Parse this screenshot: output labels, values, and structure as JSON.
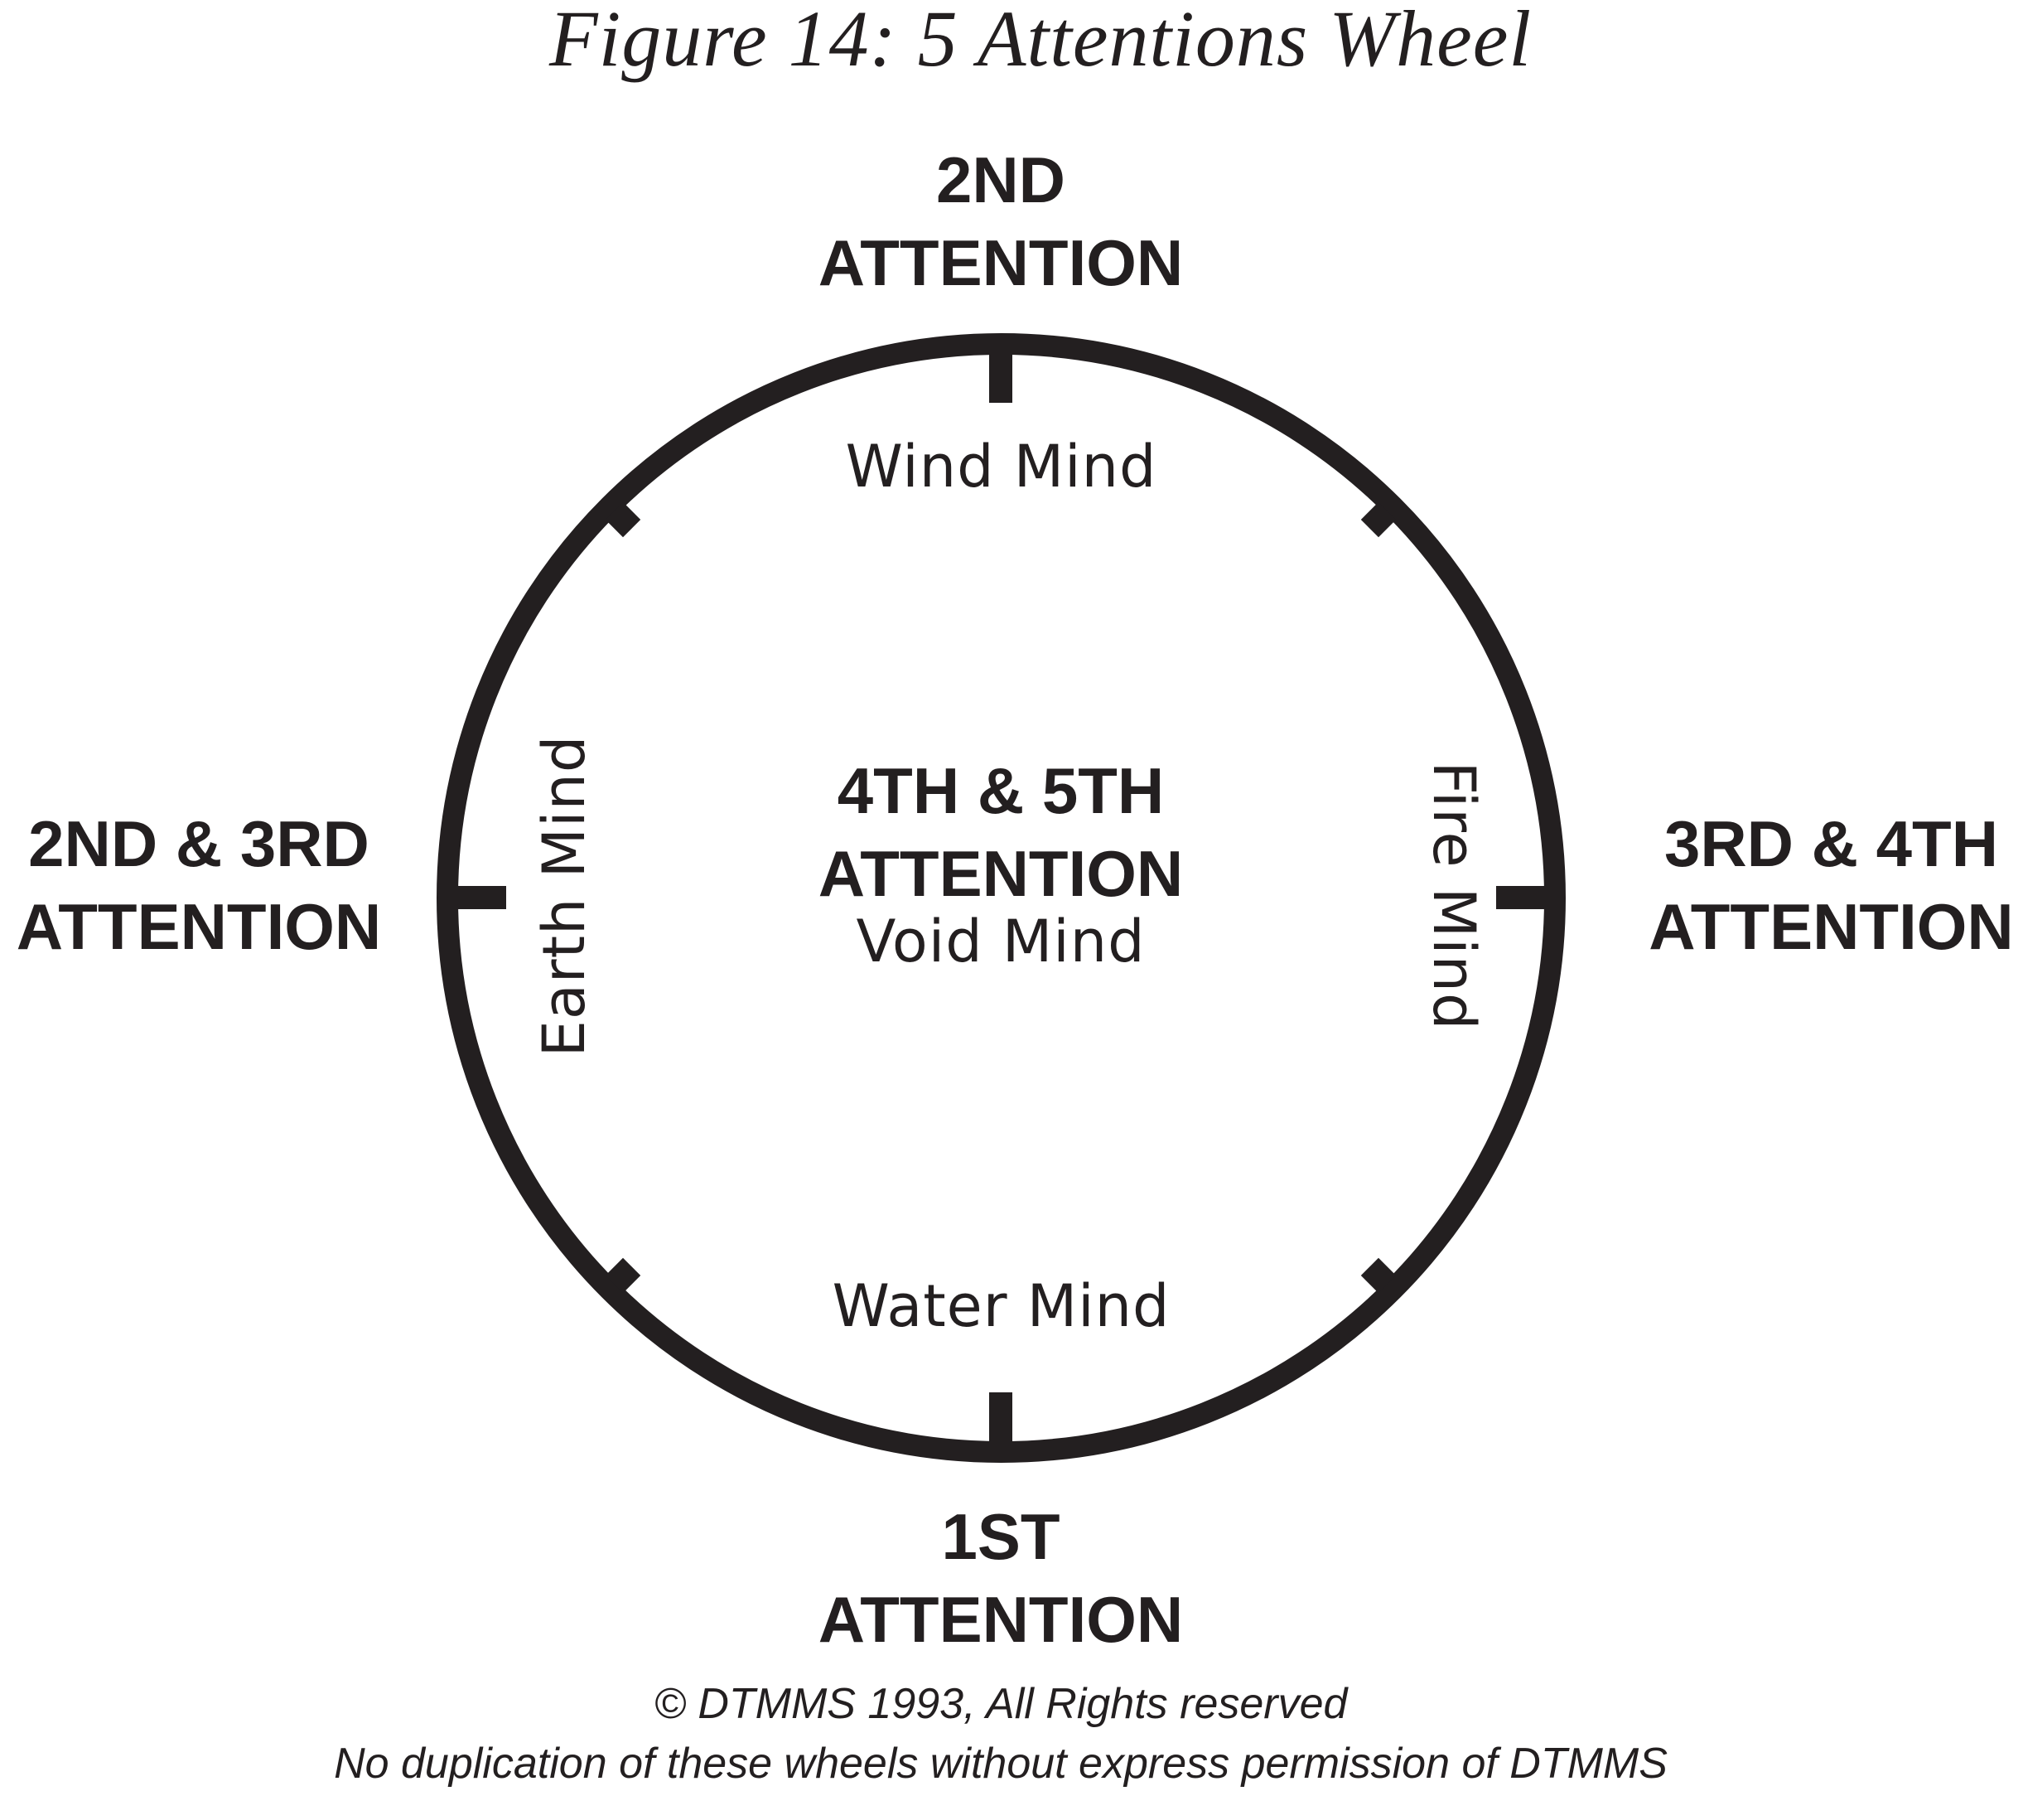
{
  "figure": {
    "title": "Figure 14: 5 Attentions Wheel"
  },
  "wheel": {
    "top_label": "2ND\nATTENTION",
    "right_label": "3RD & 4TH\nATTENTION",
    "bottom_label": "1ST\nATTENTION",
    "left_label": "2ND & 3RD\nATTENTION",
    "center_label": "4TH & 5TH\nATTENTION",
    "minds": {
      "north": "Wind Mind",
      "east": "Fire Mind",
      "south": "Water Mind",
      "west": "Earth Mind",
      "center": "Void Mind"
    }
  },
  "footer": {
    "line1": "© DTMMS 1993, All Rights reserved",
    "line2": "No duplication of these wheels without express permission of DTMMS"
  },
  "colors": {
    "ink": "#231f20",
    "background": "#ffffff"
  }
}
